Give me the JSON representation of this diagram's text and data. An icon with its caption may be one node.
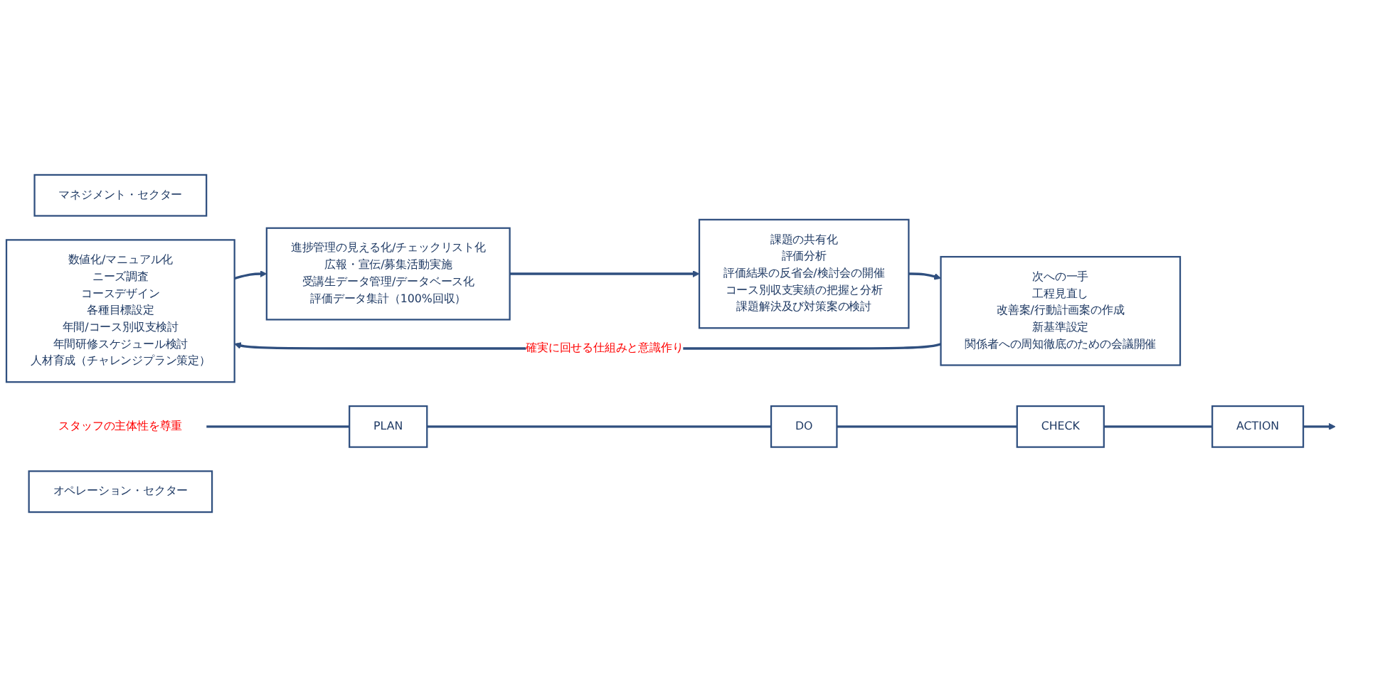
{
  "diagram": {
    "nodes": [
      {
        "text": [
          "マネジメント・セクター"
        ]
      },
      {
        "text": [
          "数値化/マニュアル化",
          "ニーズ調査",
          "コースデザイン",
          "各種目標設定",
          "年間/コース別収支検討",
          "年間研修スケジュール検討",
          "人材育成（チャレンジプラン策定）"
        ]
      },
      {
        "text": [
          "課題の共有化",
          "評価分析",
          "評価結果の反省会/検討会の開催",
          "コース別収支実績の把握と分析",
          "課題解決及び対策案の検討"
        ]
      },
      {
        "text": [
          "次への一手",
          "工程見直し",
          "改善案/行動計画案の作成",
          "新基準設定",
          "関係者への周知徹底のための会議開催"
        ]
      },
      {
        "text": [
          "スタッフの主体性を尊重"
        ]
      },
      {
        "text": [
          "PLAN"
        ]
      },
      {
        "text": [
          "DO"
        ]
      },
      {
        "text": [
          "CHECK"
        ]
      },
      {
        "text": [
          "ACTION"
        ]
      },
      {
        "text": [
          "オペレーション・セクター"
        ]
      },
      {
        "text": [
          "進捗管理の見える化/チェックリスト化",
          "広報・宣伝/募集活動実施",
          "受講生データ管理/データベース化",
          "評価データ集計（100%回収）"
        ]
      }
    ],
    "edges": [
      {
        "from": 4,
        "to": 5,
        "arrow": "none"
      },
      {
        "from": 5,
        "to": 6,
        "arrow": "none"
      },
      {
        "from": 6,
        "to": 7,
        "arrow": "none"
      },
      {
        "from": 7,
        "to": 8,
        "arrow": "none"
      },
      {
        "from": 8,
        "to": null,
        "arrow": "to"
      },
      {
        "from": 1,
        "to": 10,
        "arrow": "to"
      },
      {
        "from": 10,
        "to": 2,
        "arrow": "to"
      },
      {
        "from": 2,
        "to": 3,
        "arrow": "to"
      },
      {
        "from": 3,
        "to": 1,
        "arrow": "to",
        "label": "確実に回せる仕組みと意識作り"
      }
    ]
  }
}
